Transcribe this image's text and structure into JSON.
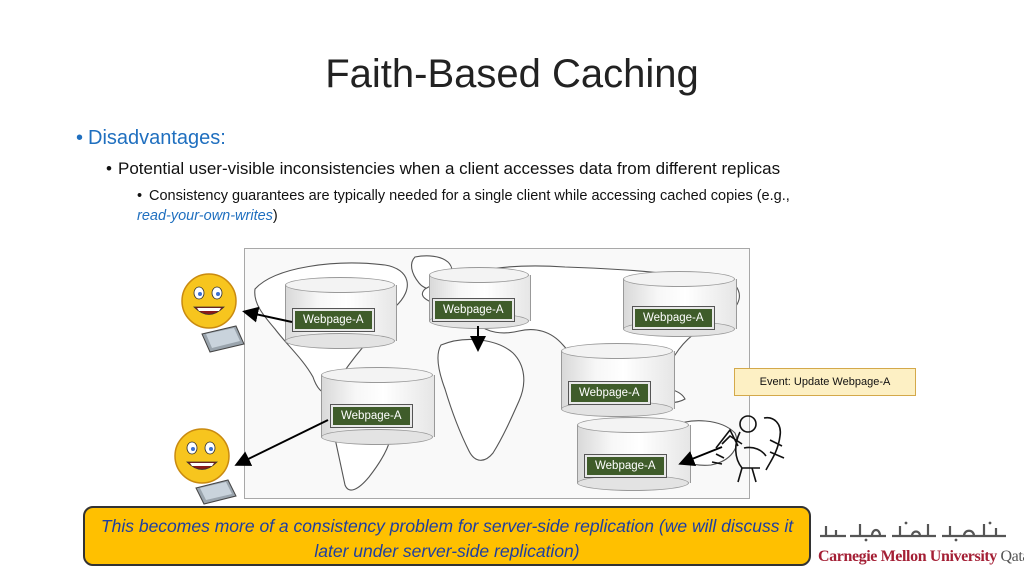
{
  "slide": {
    "title": "Faith-Based Caching",
    "bullets": {
      "level1": "Disadvantages:",
      "level2": "Potential user-visible inconsistencies when a client accesses data from different replicas",
      "level3_text": "Consistency guarantees are typically needed for a single client while accessing cached copies (e.g.,",
      "level3_emphasis": "read-your-own-writes",
      "level3_close": ")"
    },
    "diagram": {
      "replica_label": "Webpage-A",
      "replicas": [
        "Webpage-A",
        "Webpage-A",
        "Webpage-A",
        "Webpage-A",
        "Webpage-A",
        "Webpage-A"
      ],
      "event_label": "Event: Update Webpage-A"
    },
    "note": "This becomes more of a consistency problem for server-side replication (we will discuss it later under server-side replication)",
    "logo": {
      "arabic": "جامعة كارنيجي ميلون في قطر",
      "english_main": "Carnegie Mellon University",
      "english_suffix": "Qatar"
    }
  },
  "colors": {
    "accent_blue": "#1f6fbf",
    "label_green": "#3f5c2a",
    "note_fill": "#ffc000",
    "event_fill": "#fdf0c4",
    "cmu_red": "#a41f35"
  },
  "icons": [
    "smiley-laptop-user-icon",
    "person-at-computer-icon",
    "world-map-icon"
  ]
}
